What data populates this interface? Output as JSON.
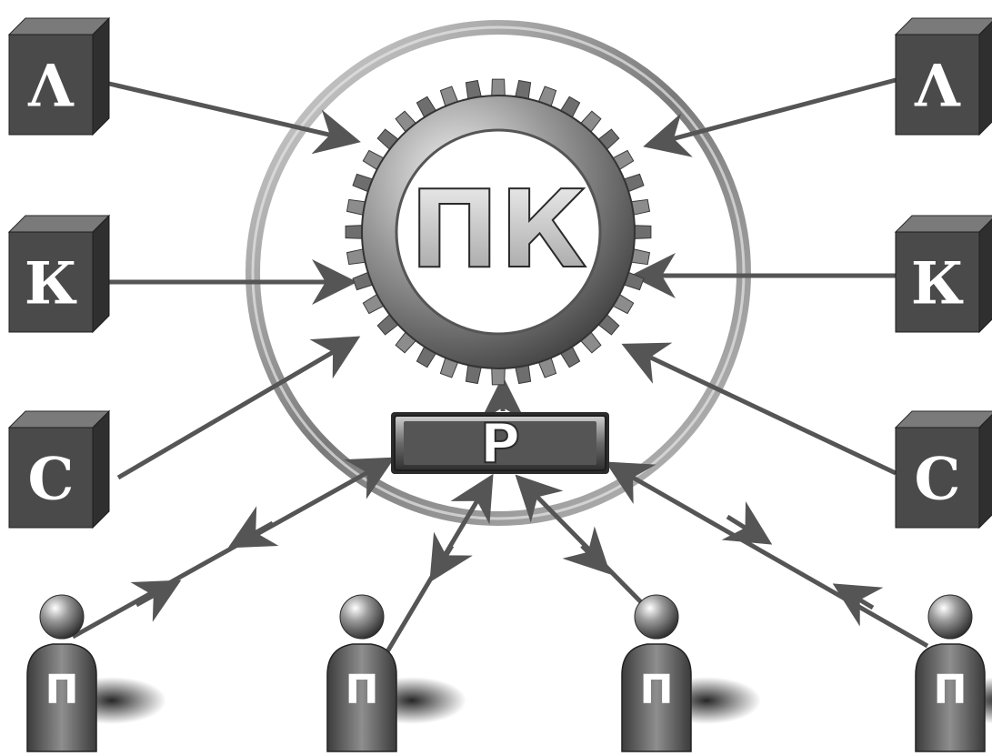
{
  "center": {
    "label": "ПК"
  },
  "register": {
    "label": "Р"
  },
  "left_blocks": [
    {
      "id": "left-top",
      "label": "Λ"
    },
    {
      "id": "left-middle",
      "label": "К"
    },
    {
      "id": "left-bottom",
      "label": "С"
    }
  ],
  "right_blocks": [
    {
      "id": "right-top",
      "label": "Λ"
    },
    {
      "id": "right-middle",
      "label": "К"
    },
    {
      "id": "right-bottom",
      "label": "С"
    }
  ],
  "people": [
    {
      "id": "person-1",
      "label": "П"
    },
    {
      "id": "person-2",
      "label": "П"
    },
    {
      "id": "person-3",
      "label": "П"
    },
    {
      "id": "person-4",
      "label": "П"
    }
  ],
  "colors": {
    "arrow": "#555555",
    "cube_front": "#4a4a4a",
    "ring": "#8a8a8a",
    "background": "#ffffff"
  }
}
